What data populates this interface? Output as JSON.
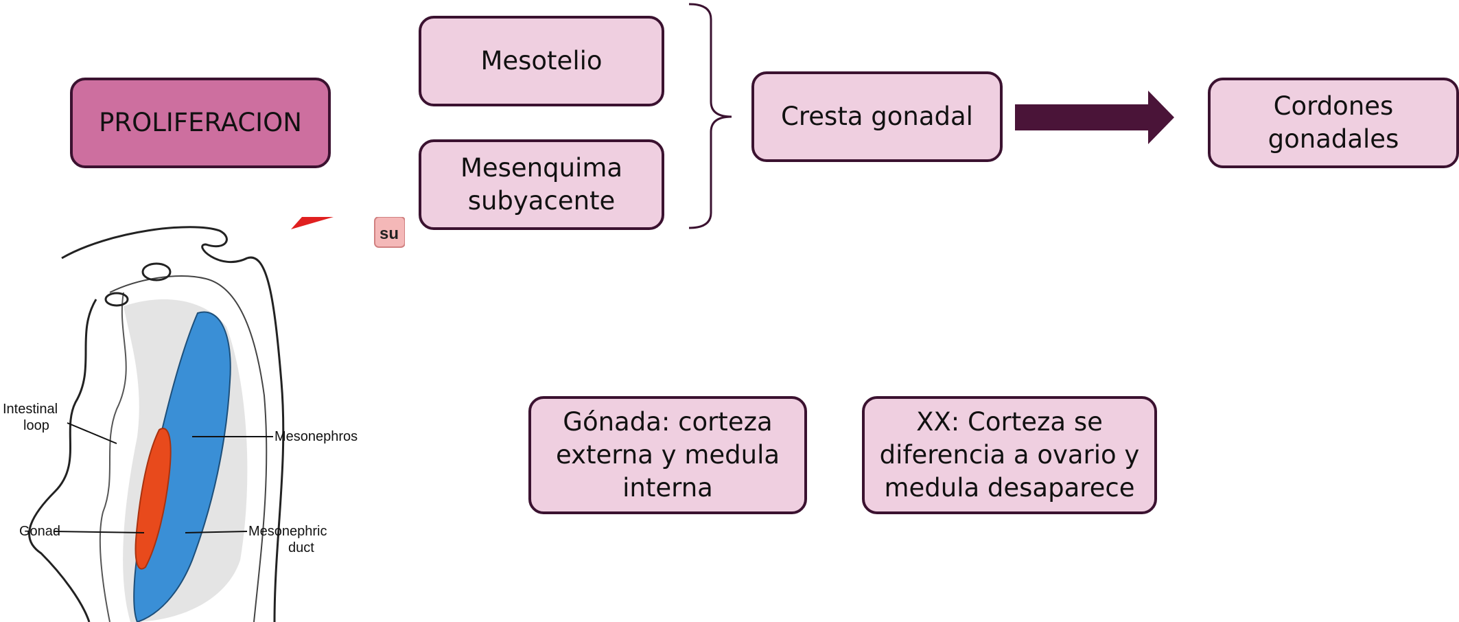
{
  "diagram": {
    "proliferation_label": "PROLIFERACION",
    "mesothelium_label": "Mesotelio",
    "mesenchyme_label": "Mesenquima\nsubyacente",
    "gonadal_ridge_label": "Cresta gonadal",
    "gonadal_cords_label": "Cordones\ngonadales",
    "gonad_cortex_label": "Gónada: corteza\nexterna y medula\ninterna",
    "xx_label": "XX: Corteza se\ndiferencia a ovario y\nmedula desaparece"
  },
  "illustration": {
    "label_intestinal_loop": "Intestinal\nloop",
    "label_mesonephros": "Mesonephros",
    "label_gonad": "Gonad",
    "label_mesonephric_duct": "Mesonephric\nduct",
    "partial_tag": "su"
  },
  "colors": {
    "box_fill": "#efcfe0",
    "box_fill_dark": "#cd6f9f",
    "box_border": "#3b1230",
    "arrow": "#4a1438",
    "mesonephros": "#3a8fd6",
    "gonad": "#e84a1c"
  }
}
